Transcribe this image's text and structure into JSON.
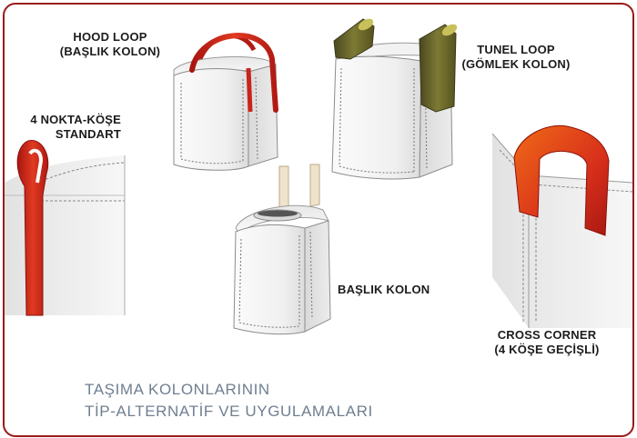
{
  "labels": {
    "hood_loop": {
      "line1": "HOOD LOOP",
      "line2": "(BAŞLIK KOLON)"
    },
    "tunel_loop": {
      "line1": "TUNEL LOOP",
      "line2": "(GÖMLEK KOLON)"
    },
    "four_point": {
      "line1": "4 NOKTA-KÖŞE",
      "line2": "STANDART"
    },
    "baslik_kolon": "BAŞLIK KOLON",
    "cross_corner": {
      "line1": "CROSS CORNER",
      "line2": "(4 KÖŞE GEÇİŞLİ)"
    }
  },
  "caption": {
    "line1": "TAŞIMA KOLONLARININ",
    "line2": "TİP-ALTERNATİF VE UYGULAMALARI"
  },
  "colors": {
    "border": "#9a1a1a",
    "loop_red": "#d2281e",
    "loop_olive": "#6e6a2a",
    "loop_beige": "#efe3cc",
    "caption": "#6f7f91"
  },
  "icons": [
    "hood-loop-bag-icon",
    "tunnel-loop-bag-icon",
    "corner-loop-detail-icon",
    "cross-corner-detail-icon",
    "baslik-kolon-bag-icon"
  ]
}
